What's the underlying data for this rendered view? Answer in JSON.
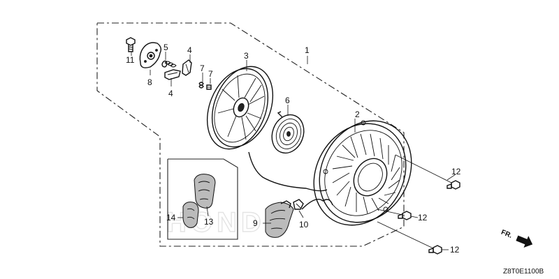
{
  "diagram": {
    "callouts": [
      "1",
      "2",
      "3",
      "4",
      "4",
      "5",
      "6",
      "7",
      "7",
      "8",
      "9",
      "10",
      "11",
      "12",
      "12",
      "12",
      "13",
      "14"
    ],
    "direction_marker": "FR.",
    "figure_code": "Z8T0E1100B",
    "watermark": "HONDA"
  }
}
